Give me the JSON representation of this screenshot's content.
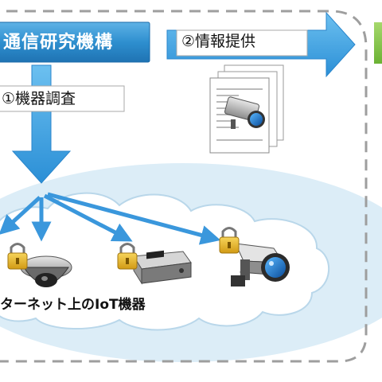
{
  "org": {
    "label": "通信研究機構"
  },
  "step1": {
    "label": "①機器調査"
  },
  "step2": {
    "label": "②情報提供"
  },
  "cloud": {
    "label": "ターネット上のIoT機器"
  },
  "colors": {
    "org_box": "#2e8fcf",
    "arrow_blue": "#3aa0e2",
    "right_box": "#7dc142",
    "sky": "#dcedf7",
    "cloud_fill": "#ffffff",
    "cloud_stroke": "#b9d7ea",
    "lock": "#e8b52a",
    "dashed_border": "#9e9e9e"
  },
  "icons": [
    "lock-icon",
    "dome-camera-icon",
    "dvr-device-icon",
    "security-camera-icon",
    "document-stack-icon"
  ]
}
